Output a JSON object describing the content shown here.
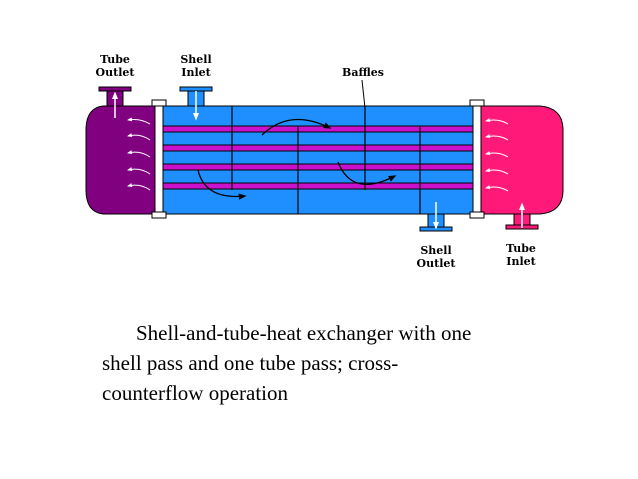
{
  "labels": {
    "tube_outlet": [
      "Tube",
      "Outlet"
    ],
    "shell_inlet": [
      "Shell",
      "Inlet"
    ],
    "baffles": "Baffles",
    "shell_outlet": [
      "Shell",
      "Outlet"
    ],
    "tube_inlet": [
      "Tube",
      "Inlet"
    ]
  },
  "caption": {
    "line1": "Shell-and-tube-heat exchanger with one",
    "line2": "shell pass and one tube pass; cross-",
    "line3": "counterflow operation"
  },
  "colors": {
    "shell": "#1f8fff",
    "tube": "#cc11cc",
    "outlet_head": "#800080",
    "inlet_head": "#ff1a7a"
  }
}
